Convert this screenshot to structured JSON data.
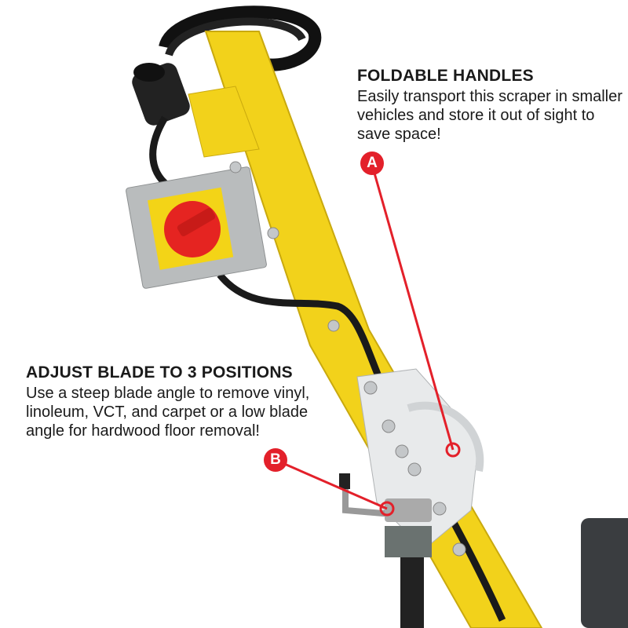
{
  "callouts": [
    {
      "marker": "A",
      "title": "FOLDABLE HANDLES",
      "text": "Easily transport this scraper in smaller vehicles and store it out of sight to save space!"
    },
    {
      "marker": "B",
      "title": "ADJUST BLADE TO 3 POSITIONS",
      "text": "Use a steep blade angle to remove vinyl, linoleum, VCT, and carpet or a low blade angle for hardwood floor removal!"
    }
  ],
  "colors": {
    "handle": "#f2d21b",
    "marker": "#e3202a",
    "switch_box": "#b9bcbd",
    "knob": "#e52421"
  }
}
